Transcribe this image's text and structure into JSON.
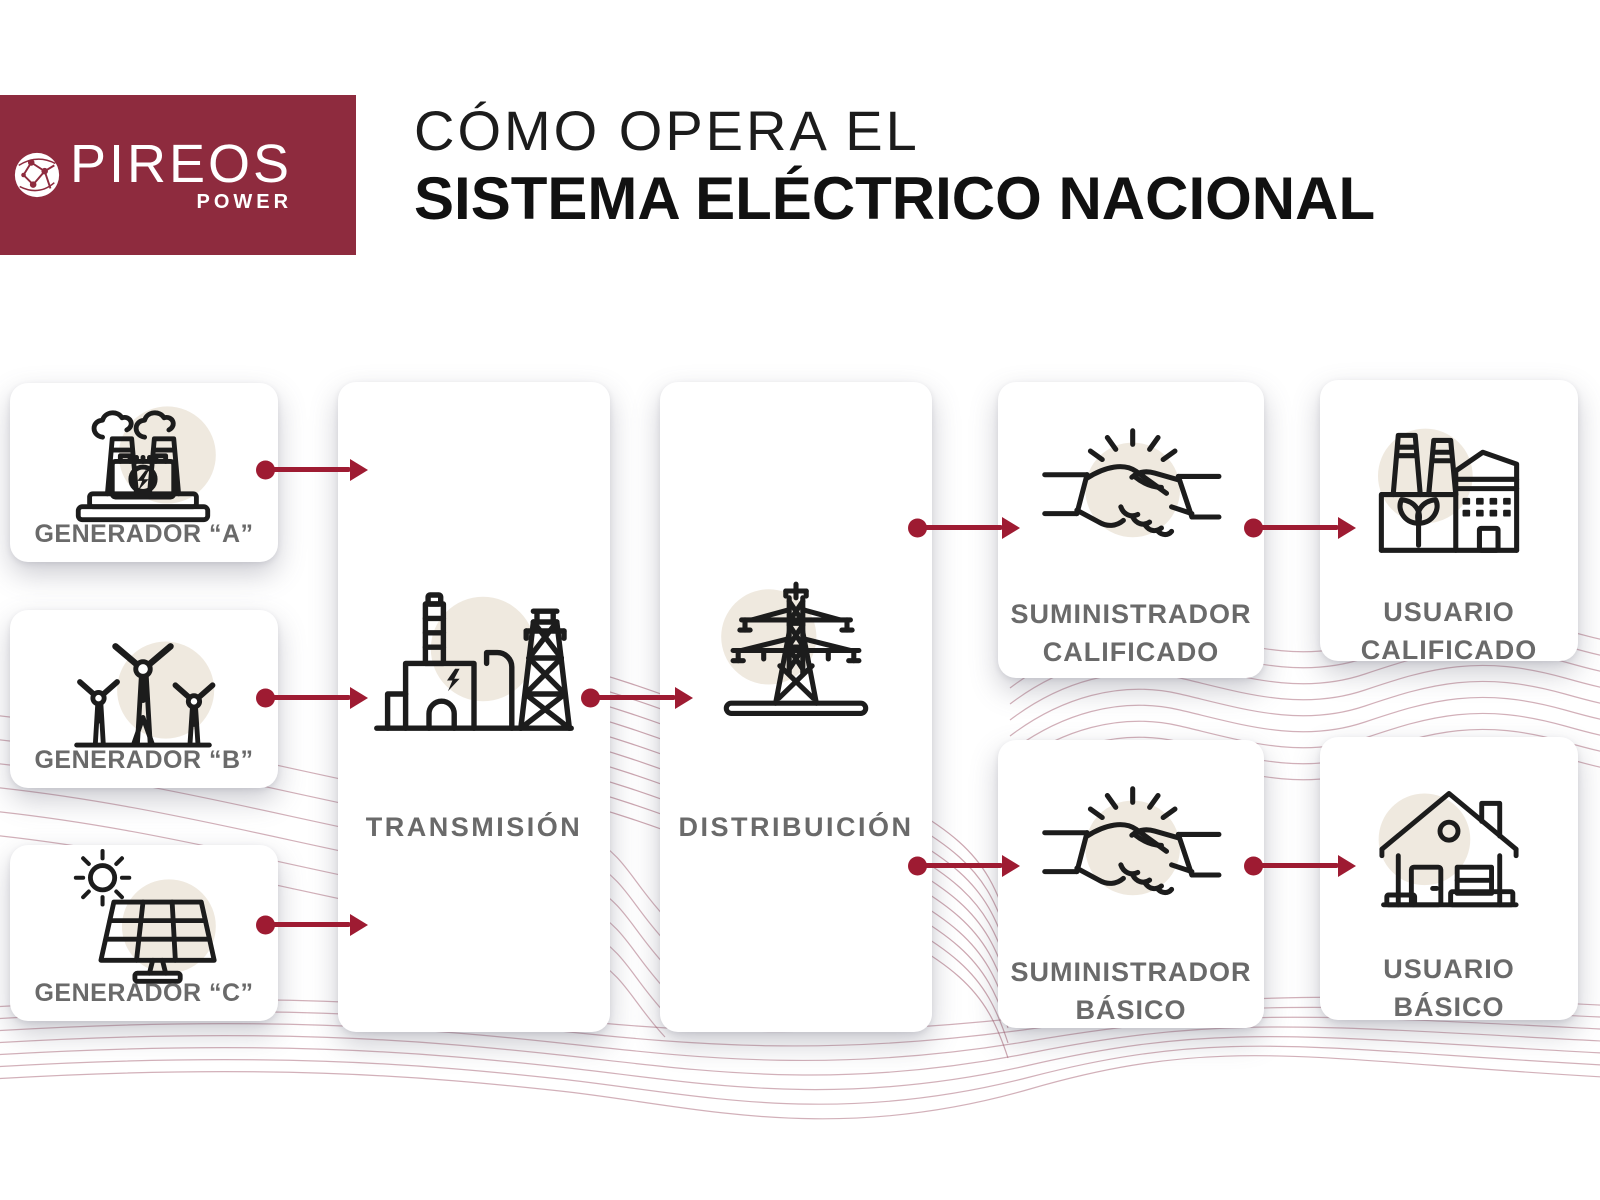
{
  "brand": {
    "name": "PIREOS",
    "tagline": "POWER"
  },
  "title": {
    "line1": "CÓMO OPERA EL",
    "line2": "SISTEMA ELÉCTRICO NACIONAL"
  },
  "cards": {
    "generador_a": {
      "label": "GENERADOR “A”",
      "icon": "coal-plant-icon"
    },
    "generador_b": {
      "label": "GENERADOR “B”",
      "icon": "wind-turbines-icon"
    },
    "generador_c": {
      "label": "GENERADOR “C”",
      "icon": "solar-panel-icon"
    },
    "transmision": {
      "label": "TRANSMISIÓN",
      "icon": "industrial-plant-and-pylon-icon"
    },
    "distribucion": {
      "label": "DISTRIBUICIÓN",
      "icon": "distribution-pylon-icon"
    },
    "suministrador_calificado": {
      "label": "SUMINISTRADOR\nCALIFICADO",
      "icon": "handshake-icon"
    },
    "usuario_calificado": {
      "label": "USUARIO\nCALIFICADO",
      "icon": "eco-factory-icon"
    },
    "suministrador_basico": {
      "label": "SUMINISTRADOR\nBÁSICO",
      "icon": "handshake-icon"
    },
    "usuario_basico": {
      "label": "USUARIO\nBÁSICO",
      "icon": "house-icon"
    }
  },
  "flows": [
    {
      "from": "GENERADOR “A”",
      "to": "TRANSMISIÓN"
    },
    {
      "from": "GENERADOR “B”",
      "to": "TRANSMISIÓN"
    },
    {
      "from": "GENERADOR “C”",
      "to": "TRANSMISIÓN"
    },
    {
      "from": "TRANSMISIÓN",
      "to": "DISTRIBUICIÓN"
    },
    {
      "from": "DISTRIBUICIÓN",
      "to": "SUMINISTRADOR CALIFICADO"
    },
    {
      "from": "SUMINISTRADOR CALIFICADO",
      "to": "USUARIO CALIFICADO"
    },
    {
      "from": "DISTRIBUICIÓN",
      "to": "SUMINISTRADOR BÁSICO"
    },
    {
      "from": "SUMINISTRADOR BÁSICO",
      "to": "USUARIO BÁSICO"
    }
  ],
  "colors": {
    "brand_maroon": "#8E2B3E",
    "arrow_crimson": "#9E1B32",
    "label_gray": "#6A6A6A",
    "icon_black": "#1C1C1C",
    "icon_halo_beige": "#EFE9DF",
    "contour_line": "#9B4F63"
  }
}
